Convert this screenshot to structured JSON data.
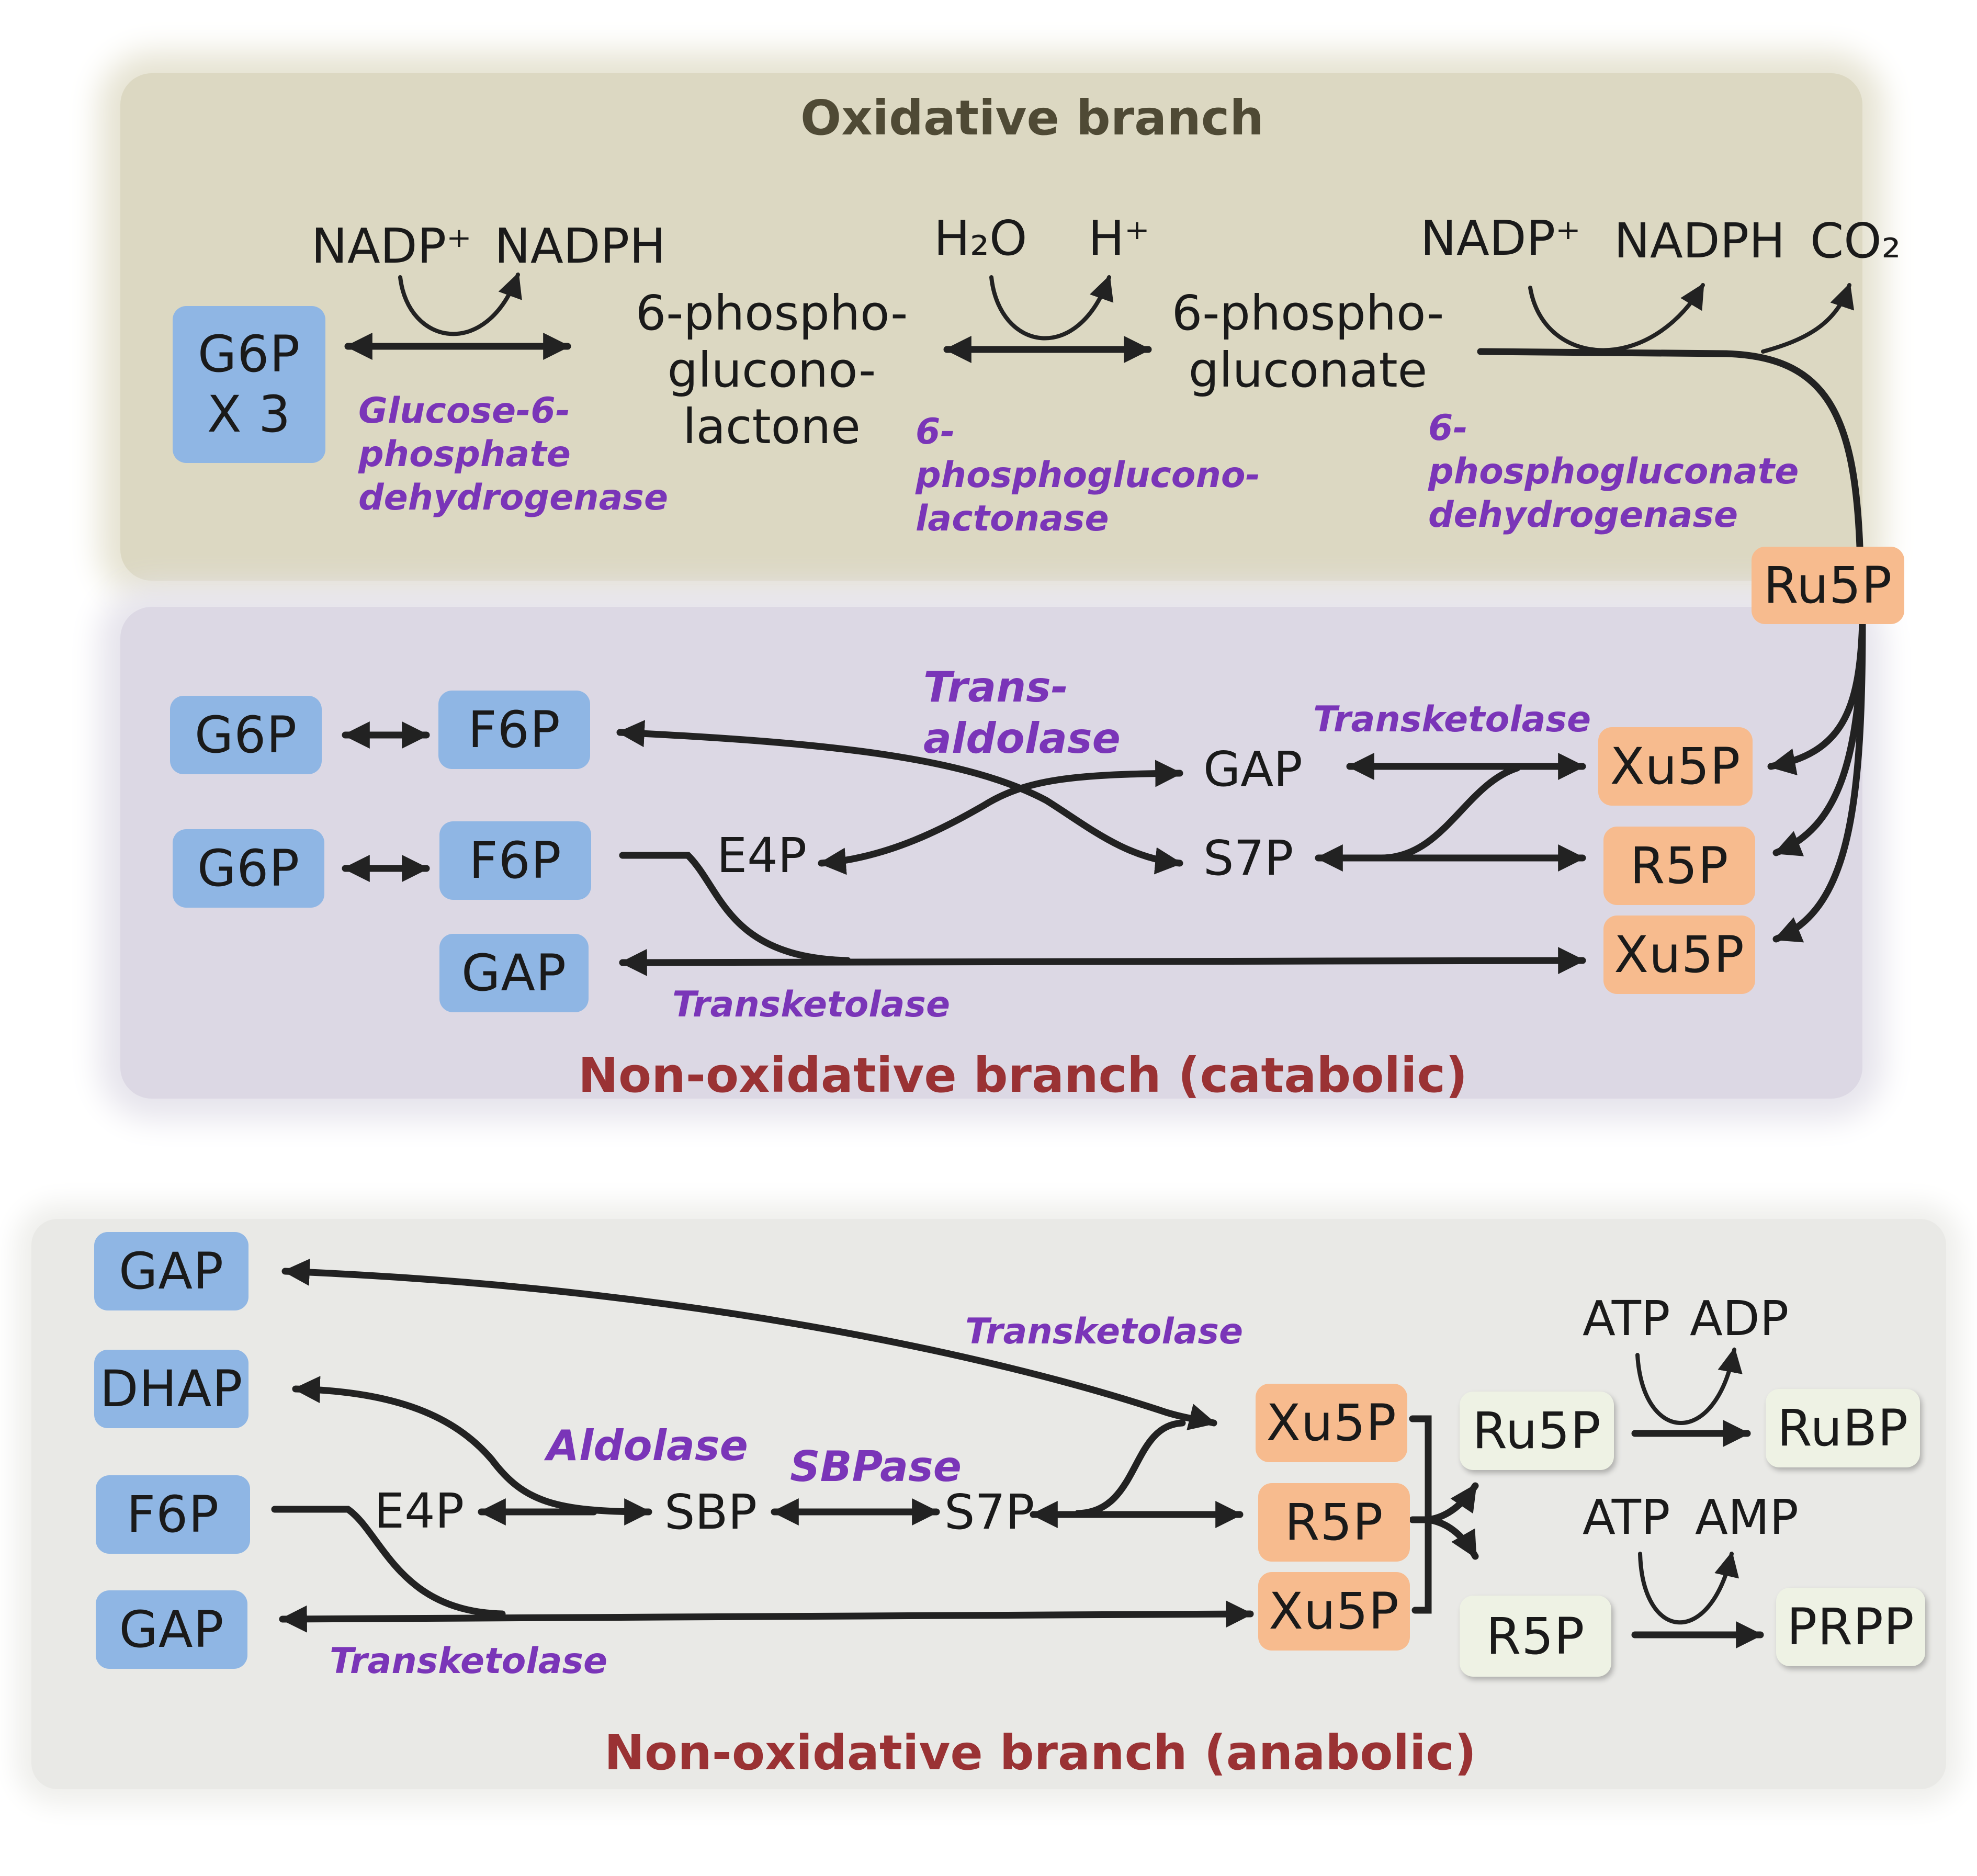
{
  "oxidative": {
    "title": "Oxidative branch",
    "g6p_box": "G6P X 3",
    "nadp1": "NADP⁺",
    "nadph1": "NADPH",
    "lactone": "6-phospho- glucono- lactone",
    "h2o": "H₂O",
    "hplus": "H⁺",
    "gluconate": "6-phospho- gluconate",
    "nadp2": "NADP⁺",
    "nadph2": "NADPH",
    "co2": "CO₂",
    "enz_g6pd": "Glucose-6- phosphate dehydrogenase",
    "enz_lactonase": "6-phosphoglucono- lactonase",
    "enz_6pgd": "6-phosphogluconate dehydrogenase",
    "ru5p": "Ru5P"
  },
  "catabolic": {
    "title": "Non-oxidative branch (catabolic)",
    "g6p_a": "G6P",
    "g6p_b": "G6P",
    "f6p_a": "F6P",
    "f6p_b": "F6P",
    "gap_box": "GAP",
    "e4p": "E4P",
    "gap": "GAP",
    "s7p": "S7P",
    "enz_transaldolase": "Trans- aldolase",
    "enz_transketolase_top": "Transketolase",
    "enz_transketolase_bottom": "Transketolase",
    "xu5p_a": "Xu5P",
    "r5p": "R5P",
    "xu5p_b": "Xu5P"
  },
  "anabolic": {
    "title": "Non-oxidative branch (anabolic)",
    "gap_a": "GAP",
    "dhap": "DHAP",
    "f6p": "F6P",
    "gap_b": "GAP",
    "e4p": "E4P",
    "sbp": "SBP",
    "s7p": "S7P",
    "enz_aldolase": "Aldolase",
    "enz_sbpase": "SBPase",
    "enz_transketolase_top": "Transketolase",
    "enz_transketolase_bottom": "Transketolase",
    "xu5p_a": "Xu5P",
    "r5p": "R5P",
    "xu5p_b": "Xu5P",
    "ru5p": "Ru5P",
    "rubp": "RuBP",
    "r5p_out": "R5P",
    "prpp": "PRPP",
    "atp1": "ATP",
    "adp": "ADP",
    "atp2": "ATP",
    "amp": "AMP"
  },
  "colors": {
    "oxidative_bg": "#dcd8c2",
    "catabolic_bg": "#dcd8e4",
    "anabolic_bg": "#e9e9e6",
    "blue_box": "#8fb6e4",
    "orange_box": "#f7bb8e",
    "pale_box": "#eef2e4",
    "enzyme_text": "#7a35b8",
    "oxidative_title": "#4f4a35",
    "non_oxidative_title": "#9a3234"
  }
}
